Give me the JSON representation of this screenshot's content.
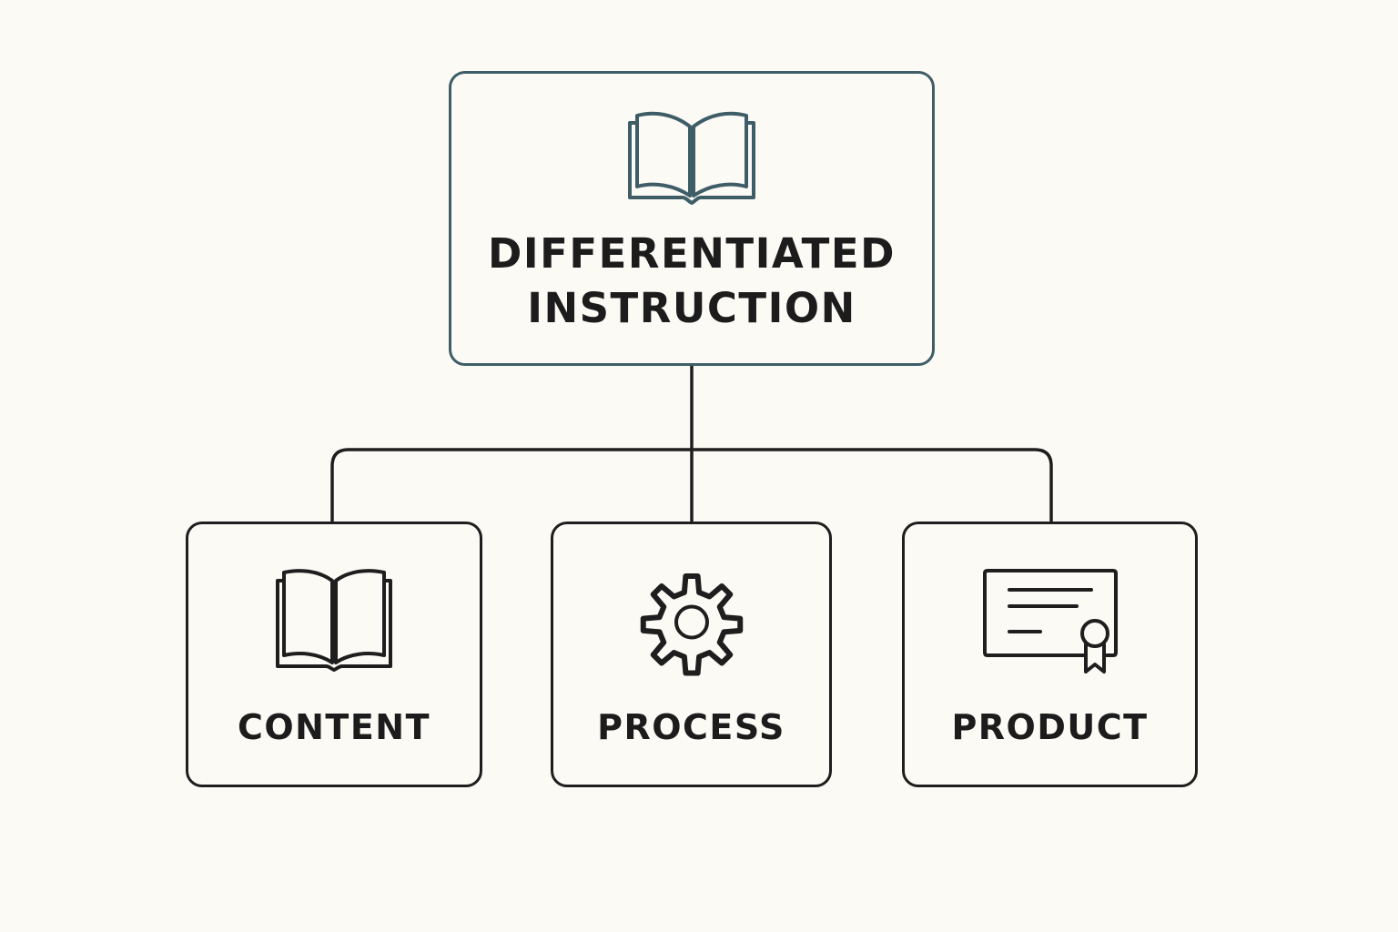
{
  "root": {
    "title_line1": "DIFFERENTIATED",
    "title_line2": "INSTRUCTION",
    "icon": "open-book-icon"
  },
  "children": [
    {
      "label": "CONTENT",
      "icon": "open-book-icon"
    },
    {
      "label": "PROCESS",
      "icon": "gear-icon"
    },
    {
      "label": "PRODUCT",
      "icon": "certificate-icon"
    }
  ],
  "colors": {
    "background": "#fcfaf5",
    "root_border": "#3e5d66",
    "node_border": "#1e1e1e",
    "text": "#1c1c1c"
  }
}
